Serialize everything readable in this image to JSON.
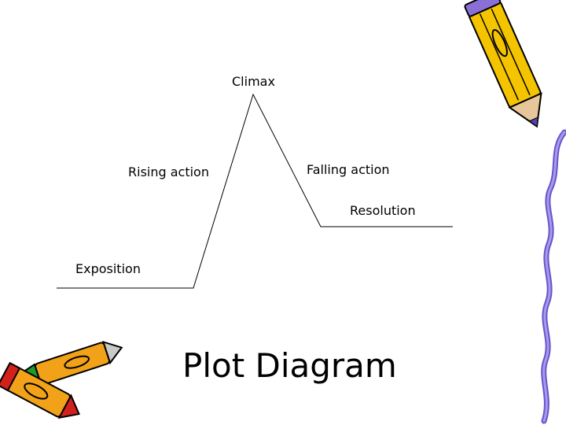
{
  "slide": {
    "title": "Plot Diagram",
    "labels": {
      "climax": "Climax",
      "rising_action": "Rising action",
      "falling_action": "Falling action",
      "resolution": "Resolution",
      "exposition": "Exposition"
    },
    "clipart": {
      "top_right": "pencil-icon",
      "bottom_left": "crayons-icon",
      "right_edge": "wavy-ribbon-border"
    },
    "colors": {
      "line": "#000000",
      "pencil_yellow": "#f5c400",
      "pencil_purple": "#8a6fd6",
      "crayon_orange": "#f2a218",
      "crayon_red": "#d2201c",
      "crayon_green": "#1f9a2c",
      "ribbon": "#8d76e0"
    }
  }
}
